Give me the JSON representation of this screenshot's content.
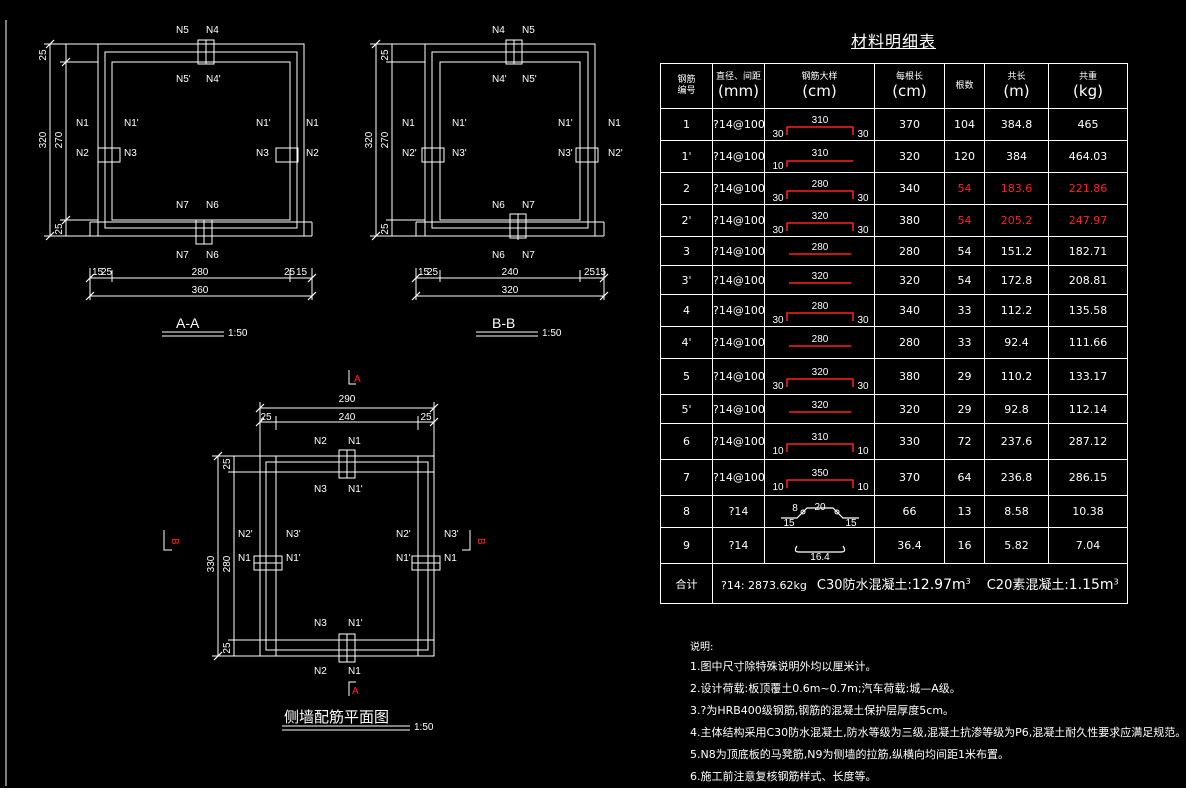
{
  "sections": {
    "aa": {
      "title": "A-A",
      "scale": "1:50",
      "dims": {
        "top": "25",
        "mid": "270",
        "bottom": "25",
        "total_h": "320",
        "left_a": "15",
        "left_b": "25",
        "inner": "280",
        "right_a": "25",
        "right_b": "15",
        "total_w": "360"
      },
      "labels": [
        "N5",
        "N4",
        "N5'",
        "N4'",
        "N1",
        "N1'",
        "N2",
        "N3",
        "N1'",
        "N1",
        "N3",
        "N2",
        "N7",
        "N6",
        "N7",
        "N6"
      ]
    },
    "bb": {
      "title": "B-B",
      "scale": "1:50",
      "dims": {
        "top": "25",
        "mid": "270",
        "bottom": "25",
        "total_h": "320",
        "left_a": "15",
        "left_b": "25",
        "inner": "240",
        "right_a": "25",
        "right_b": "15",
        "total_w": "320"
      },
      "labels": [
        "N4",
        "N5",
        "N4'",
        "N5'",
        "N1",
        "N1'",
        "N2'",
        "N3'",
        "N1'",
        "N1",
        "N3'",
        "N2'",
        "N6",
        "N7",
        "N6",
        "N7"
      ]
    },
    "plan": {
      "title": "侧墙配筋平面图",
      "scale": "1:50",
      "cut_label": "A",
      "side_label": "B",
      "dims": {
        "total_w": "290",
        "left": "25",
        "inner_w": "240",
        "right": "25",
        "top": "25",
        "inner_h": "280",
        "bottom": "25",
        "total_h": "330"
      },
      "labels": [
        "N2",
        "N1",
        "N3",
        "N1'",
        "N2'",
        "N3'",
        "N2'",
        "N3'",
        "N1",
        "N1'",
        "N1'",
        "N1",
        "N3",
        "N1'",
        "N2",
        "N1"
      ]
    }
  },
  "table": {
    "title": "材料明细表",
    "headers": [
      {
        "label": "钢筋\n编号",
        "unit": ""
      },
      {
        "label": "直径、间距",
        "unit": "(mm)"
      },
      {
        "label": "钢筋大样",
        "unit": "(cm)"
      },
      {
        "label": "每根长",
        "unit": "(cm)"
      },
      {
        "label": "根数",
        "unit": ""
      },
      {
        "label": "共长",
        "unit": "(m)"
      },
      {
        "label": "共重",
        "unit": "(kg)"
      }
    ],
    "rows": [
      {
        "id": "1",
        "dia": "?14@100",
        "shape": {
          "type": "U",
          "top": "310",
          "left": "30",
          "right": "30"
        },
        "len": "370",
        "count": "104",
        "total_len": "384.8",
        "weight": "465",
        "red": false
      },
      {
        "id": "1'",
        "dia": "?14@100",
        "shape": {
          "type": "L",
          "top": "310",
          "left": "10",
          "right": ""
        },
        "len": "320",
        "count": "120",
        "total_len": "384",
        "weight": "464.03",
        "red": false
      },
      {
        "id": "2",
        "dia": "?14@100",
        "shape": {
          "type": "U",
          "top": "280",
          "left": "30",
          "right": "30"
        },
        "len": "340",
        "count": "54",
        "total_len": "183.6",
        "weight": "221.86",
        "red": true
      },
      {
        "id": "2'",
        "dia": "?14@100",
        "shape": {
          "type": "U",
          "top": "320",
          "left": "30",
          "right": "30"
        },
        "len": "380",
        "count": "54",
        "total_len": "205.2",
        "weight": "247.97",
        "red": true
      },
      {
        "id": "3",
        "dia": "?14@100",
        "shape": {
          "type": "I",
          "top": "280",
          "left": "",
          "right": ""
        },
        "len": "280",
        "count": "54",
        "total_len": "151.2",
        "weight": "182.71",
        "red": false
      },
      {
        "id": "3'",
        "dia": "?14@100",
        "shape": {
          "type": "I",
          "top": "320",
          "left": "",
          "right": ""
        },
        "len": "320",
        "count": "54",
        "total_len": "172.8",
        "weight": "208.81",
        "red": false
      },
      {
        "id": "4",
        "dia": "?14@100",
        "shape": {
          "type": "U",
          "top": "280",
          "left": "30",
          "right": "30"
        },
        "len": "340",
        "count": "33",
        "total_len": "112.2",
        "weight": "135.58",
        "red": false
      },
      {
        "id": "4'",
        "dia": "?14@100",
        "shape": {
          "type": "I",
          "top": "280",
          "left": "",
          "right": ""
        },
        "len": "280",
        "count": "33",
        "total_len": "92.4",
        "weight": "111.66",
        "red": false
      },
      {
        "id": "5",
        "dia": "?14@100",
        "shape": {
          "type": "U",
          "top": "320",
          "left": "30",
          "right": "30"
        },
        "len": "380",
        "count": "29",
        "total_len": "110.2",
        "weight": "133.17",
        "red": false
      },
      {
        "id": "5'",
        "dia": "?14@100",
        "shape": {
          "type": "I",
          "top": "320",
          "left": "",
          "right": ""
        },
        "len": "320",
        "count": "29",
        "total_len": "92.8",
        "weight": "112.14",
        "red": false
      },
      {
        "id": "6",
        "dia": "?14@100",
        "shape": {
          "type": "U",
          "top": "310",
          "left": "10",
          "right": "10"
        },
        "len": "330",
        "count": "72",
        "total_len": "237.6",
        "weight": "287.12",
        "red": false
      },
      {
        "id": "7",
        "dia": "?14@100",
        "shape": {
          "type": "U",
          "top": "350",
          "left": "10",
          "right": "10"
        },
        "len": "370",
        "count": "64",
        "total_len": "236.8",
        "weight": "286.15",
        "red": false
      },
      {
        "id": "8",
        "dia": "?14",
        "shape": {
          "type": "chair",
          "top": "20",
          "left": "15",
          "right": "15",
          "hook": "8"
        },
        "len": "66",
        "count": "13",
        "total_len": "8.58",
        "weight": "10.38",
        "red": false
      },
      {
        "id": "9",
        "dia": "?14",
        "shape": {
          "type": "tie",
          "top": "16.4",
          "left": "",
          "right": ""
        },
        "len": "36.4",
        "count": "16",
        "total_len": "5.82",
        "weight": "7.04",
        "red": false
      }
    ],
    "total": {
      "label": "合计",
      "steel": "?14: 2873.62kg",
      "c30_label": "C30防水混凝土:",
      "c30_value": "12.97",
      "c20_label": "C20素混凝土:",
      "c20_value": "1.15",
      "unit": "m",
      "unit_sup": "3"
    }
  },
  "notes": {
    "heading": "说明:",
    "items": [
      "1.图中尺寸除特殊说明外均以厘米计。",
      "2.设计荷载:板顶覆土0.6m~0.7m;汽车荷载:城—A级。",
      "3.?为HRB400级钢筋,钢筋的混凝土保护层厚度5cm。",
      "4.主体结构采用C30防水混凝土,防水等级为三级,混凝土抗渗等级为P6,混凝土耐久性要求应满足规范。",
      "5.N8为顶底板的马凳筋,N9为侧墙的拉筋,纵横向均间距1米布置。",
      "6.施工前注意复核钢筋样式、长度等。"
    ]
  },
  "colors": {
    "bg": "#000000",
    "line": "#ffffff",
    "red": "#ff2020"
  }
}
